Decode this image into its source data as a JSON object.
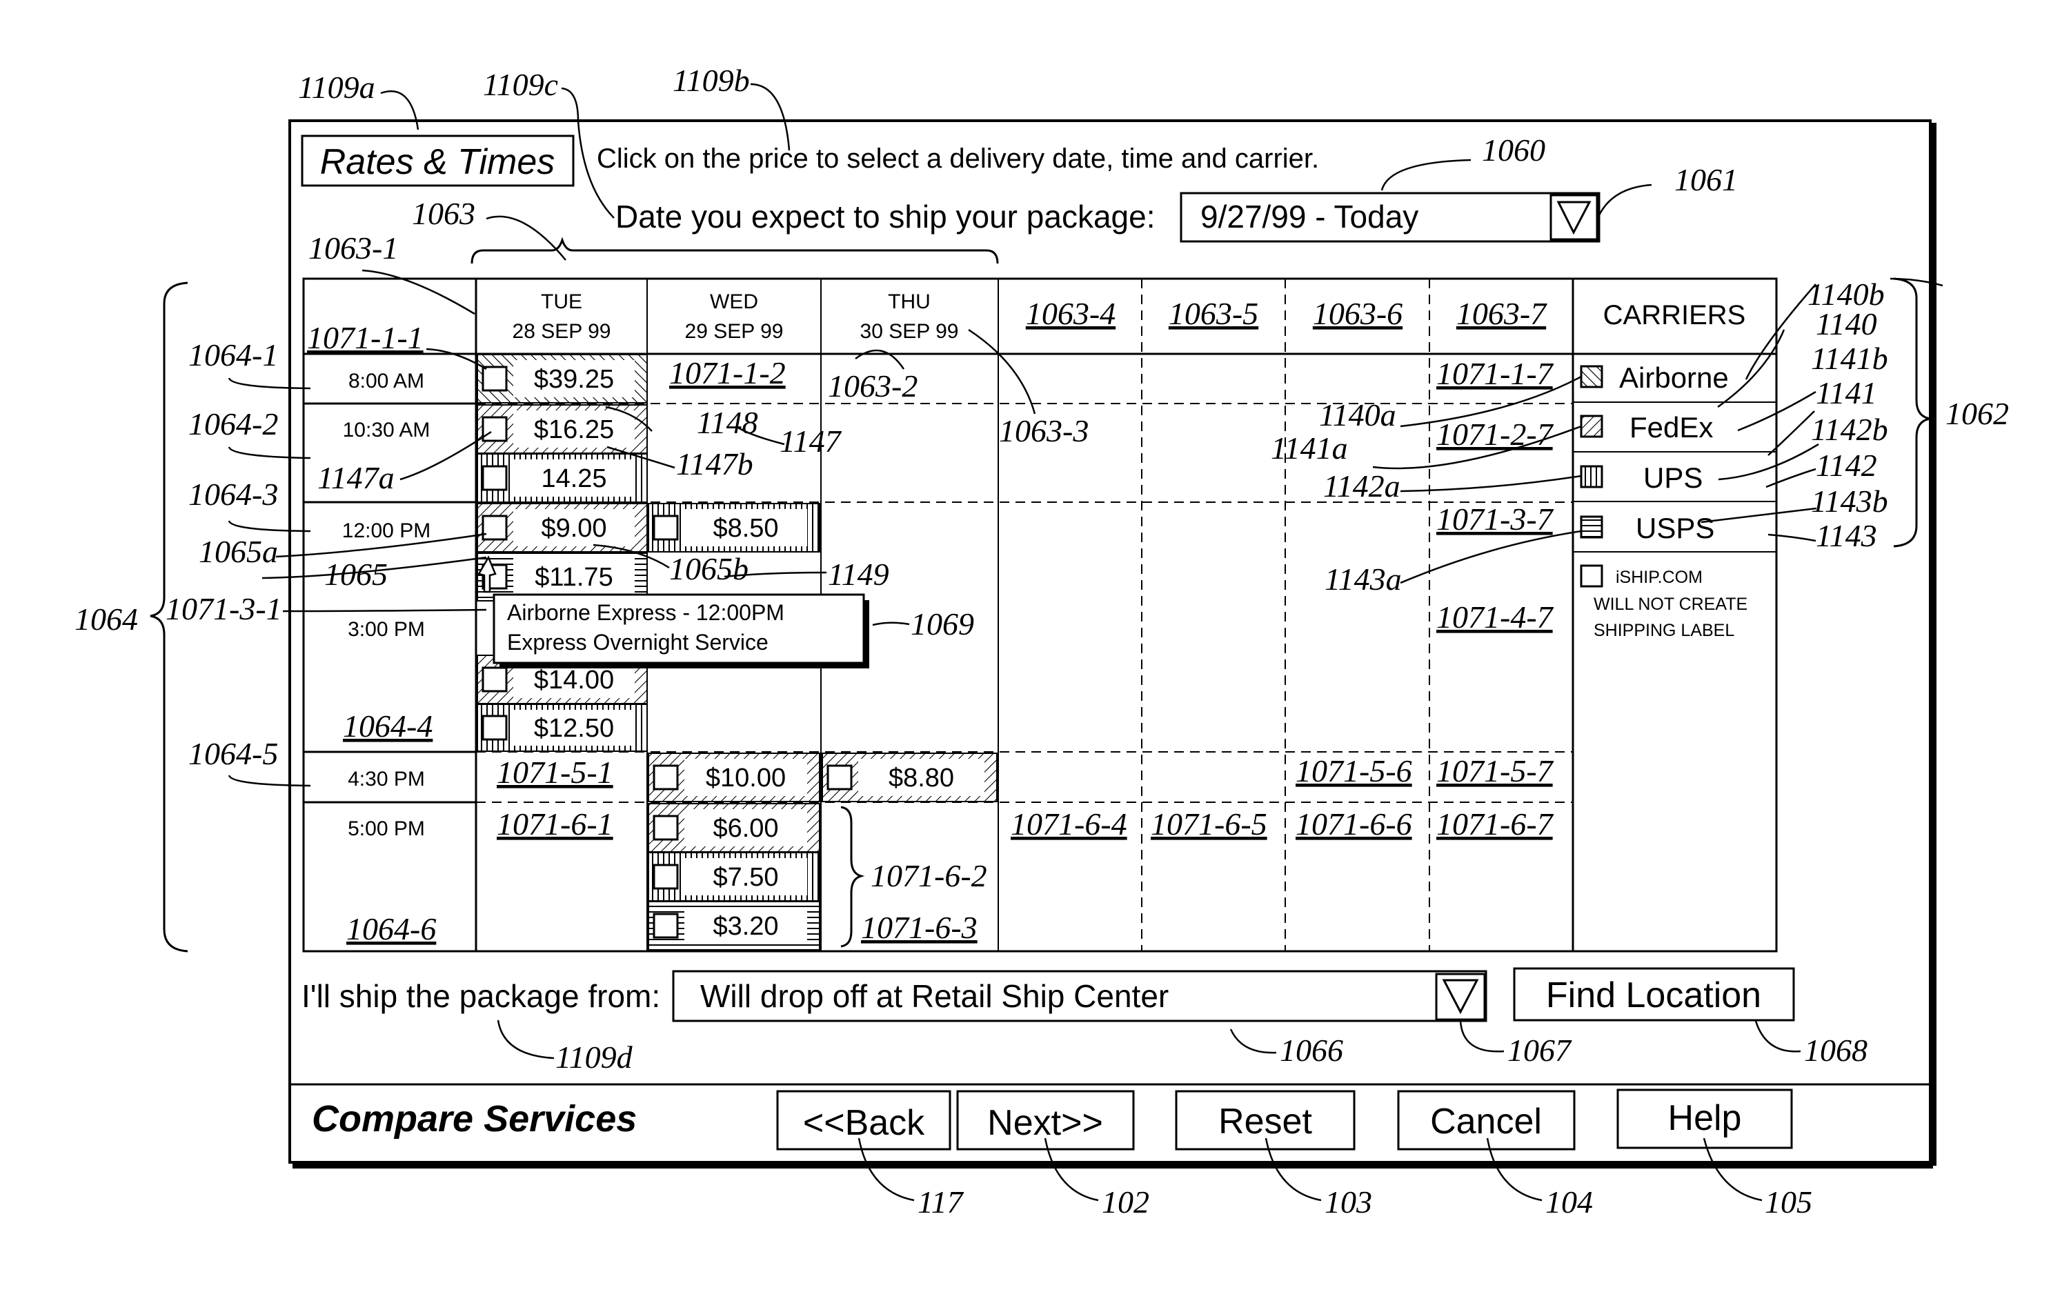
{
  "window": {
    "title": "Rates & Times",
    "instruction": "Click on the price to select a delivery date, time and carrier.",
    "ship_date_label": "Date you expect to ship your package:",
    "ship_date_value": "9/27/99 - Today",
    "ship_from_label": "I'll ship the package from:",
    "ship_from_value": "Will drop off at Retail Ship Center",
    "find_location": "Find Location",
    "footer_title": "Compare Services",
    "buttons": {
      "back": "<<Back",
      "next": "Next>>",
      "reset": "Reset",
      "cancel": "Cancel",
      "help": "Help"
    }
  },
  "grid": {
    "days": [
      {
        "dow": "TUE",
        "date": "28 SEP 99"
      },
      {
        "dow": "WED",
        "date": "29 SEP 99"
      },
      {
        "dow": "THU",
        "date": "30 SEP 99"
      }
    ],
    "empty_day_refs": [
      "1063-4",
      "1063-5",
      "1063-6",
      "1063-7"
    ],
    "times": [
      "8:00 AM",
      "10:30 AM",
      "12:00 PM",
      "3:00 PM",
      "4:30 PM",
      "5:00 PM"
    ],
    "carriers_header": "CARRIERS",
    "carriers": [
      "Airborne",
      "FedEx",
      "UPS",
      "USPS"
    ],
    "iship_note": [
      "iSHIP.COM",
      "WILL NOT CREATE",
      "SHIPPING LABEL"
    ],
    "prices": {
      "tue_800": "$39.25",
      "tue_1030_fedex": "$16.25",
      "tue_1030_ups": "14.25",
      "tue_1200_fedex": "$9.00",
      "tue_1200_usps": "$11.75",
      "wed_1200_ups": "$8.50",
      "tue_300_fedex": "$14.00",
      "tue_300_ups": "$12.50",
      "wed_430_fedex": "$10.00",
      "thu_430_fedex": "$8.80",
      "wed_500_fedex": "$6.00",
      "wed_500_ups": "$7.50",
      "wed_500_usps": "$3.20"
    },
    "tooltip": [
      "Airborne Express - 12:00PM",
      "Express Overnight Service"
    ]
  },
  "refs": {
    "r1109a": "1109a",
    "r1109c": "1109c",
    "r1109b": "1109b",
    "r1060": "1060",
    "r1061": "1061",
    "r1063": "1063",
    "r1063_1": "1063-1",
    "r1063_2": "1063-2",
    "r1063_3": "1063-3",
    "r1071_1_1": "1071-1-1",
    "r1071_1_2": "1071-1-2",
    "r1071_1_7": "1071-1-7",
    "r1071_2_7": "1071-2-7",
    "r1071_3_7": "1071-3-7",
    "r1071_4_7": "1071-4-7",
    "r1071_3_1": "1071-3-1",
    "r1071_5_1": "1071-5-1",
    "r1071_5_6": "1071-5-6",
    "r1071_5_7": "1071-5-7",
    "r1071_6_1": "1071-6-1",
    "r1071_6_2": "1071-6-2",
    "r1071_6_3": "1071-6-3",
    "r1071_6_4": "1071-6-4",
    "r1071_6_5": "1071-6-5",
    "r1071_6_6": "1071-6-6",
    "r1071_6_7": "1071-6-7",
    "r1064": "1064",
    "r1064_1": "1064-1",
    "r1064_2": "1064-2",
    "r1064_3": "1064-3",
    "r1064_4": "1064-4",
    "r1064_5": "1064-5",
    "r1064_6": "1064-6",
    "r1065": "1065",
    "r1065a": "1065a",
    "r1065b": "1065b",
    "r1147": "1147",
    "r1147a": "1147a",
    "r1147b": "1147b",
    "r1148": "1148",
    "r1149": "1149",
    "r1069": "1069",
    "r1062": "1062",
    "r1140": "1140",
    "r1140a": "1140a",
    "r1140b": "1140b",
    "r1141": "1141",
    "r1141a": "1141a",
    "r1141b": "1141b",
    "r1142": "1142",
    "r1142a": "1142a",
    "r1142b": "1142b",
    "r1143": "1143",
    "r1143a": "1143a",
    "r1143b": "1143b",
    "r1109d": "1109d",
    "r1066": "1066",
    "r1067": "1067",
    "r1068": "1068",
    "r117": "117",
    "r102": "102",
    "r103": "103",
    "r104": "104",
    "r105": "105"
  }
}
